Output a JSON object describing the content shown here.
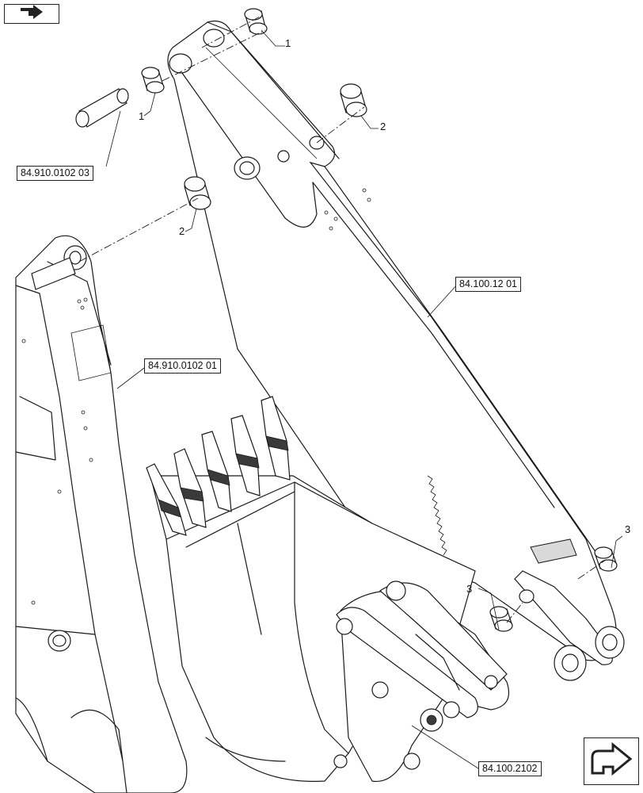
{
  "references": {
    "pin": "84.910.0102 03",
    "dipper": "84.100.12 01",
    "boom": "84.910.0102 01",
    "linkage": "84.100.2102"
  },
  "callouts": {
    "bush_1a": "1",
    "bush_1b": "1",
    "bush_2a": "2",
    "bush_2b": "2",
    "bush_3a": "3",
    "bush_3b": "3"
  },
  "icons": {
    "top_left": "back-arrow-icon",
    "bottom_right": "next-arrow-icon"
  }
}
